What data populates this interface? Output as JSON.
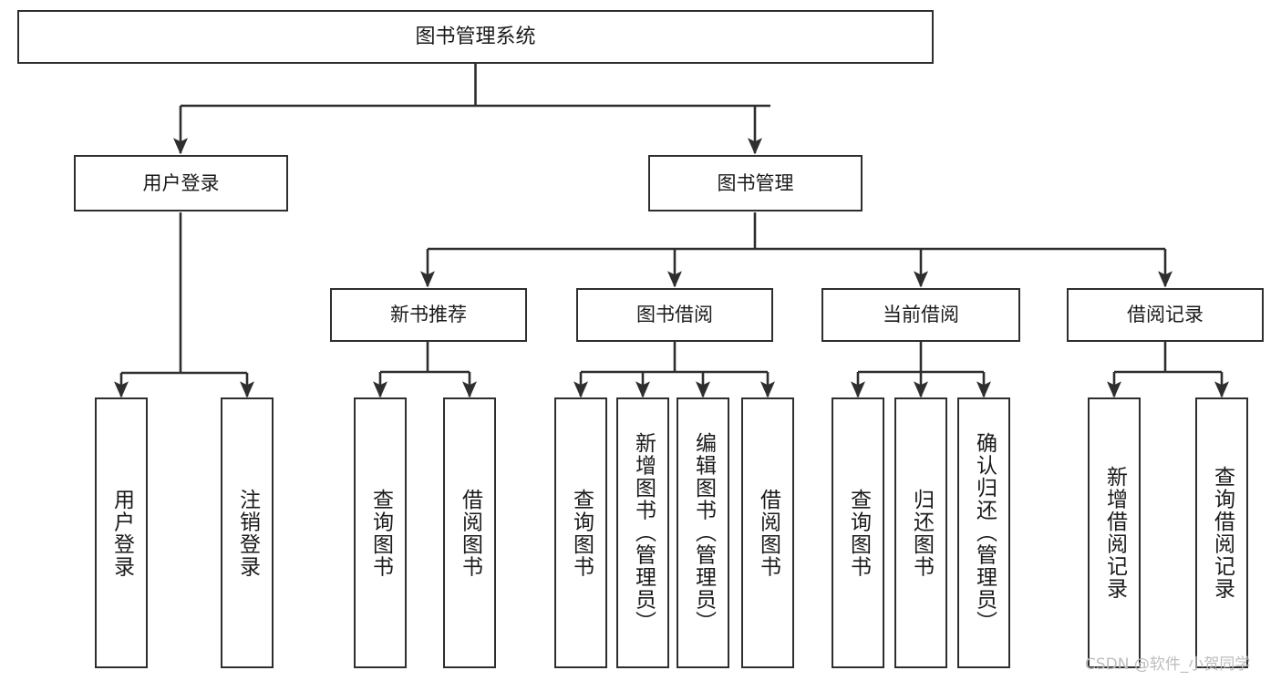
{
  "diagram": {
    "title": "图书管理系统",
    "type": "tree-hierarchy",
    "stroke_color": "#2e2e2e",
    "fill_color": "#ffffff",
    "text_color": "#1a1a1a"
  },
  "nodes": {
    "root": {
      "label": "图书管理系统"
    },
    "level2": [
      {
        "label": "用户登录"
      },
      {
        "label": "图书管理"
      }
    ],
    "level3": [
      {
        "label": "新书推荐"
      },
      {
        "label": "图书借阅"
      },
      {
        "label": "当前借阅"
      },
      {
        "label": "借阅记录"
      }
    ],
    "leaves": {
      "user_login": [
        {
          "label": "用户登录"
        },
        {
          "label": "注销登录"
        }
      ],
      "new_book": [
        {
          "label": "查询图书"
        },
        {
          "label": "借阅图书"
        }
      ],
      "book_borrow": [
        {
          "label": "查询图书"
        },
        {
          "label": "新增图书（管理员）"
        },
        {
          "label": "编辑图书（管理员）"
        },
        {
          "label": "借阅图书"
        }
      ],
      "current_borrow": [
        {
          "label": "查询图书"
        },
        {
          "label": "归还图书"
        },
        {
          "label": "确认归还（管理员）"
        }
      ],
      "borrow_record": [
        {
          "label": "新增借阅记录"
        },
        {
          "label": "查询借阅记录"
        }
      ]
    }
  },
  "watermark": {
    "text": "CSDN @软件_小贺同学"
  }
}
